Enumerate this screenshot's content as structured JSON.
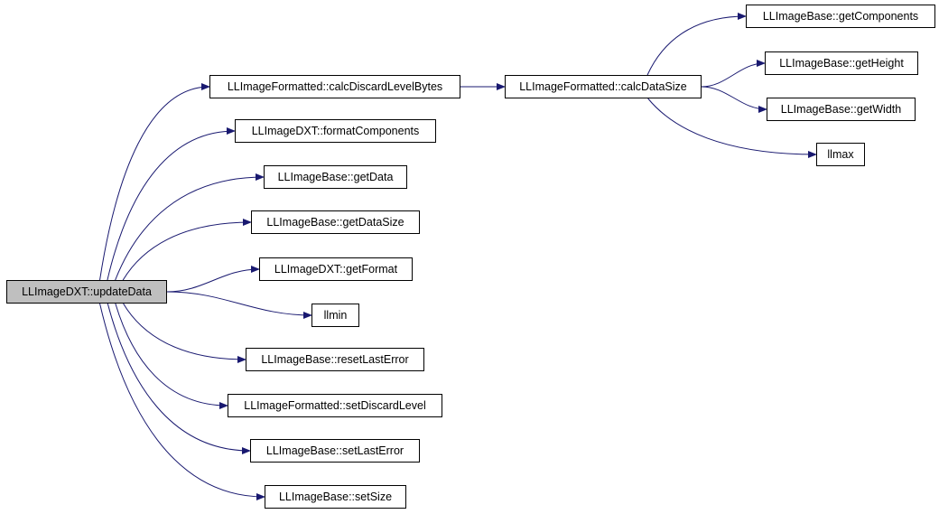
{
  "colors": {
    "edge": "#191970",
    "root_fill": "#bfbfbf",
    "node_fill": "#ffffff",
    "node_border": "#000000"
  },
  "nodes": {
    "updateData": "LLImageDXT::updateData",
    "calcDiscardLevelBytes": "LLImageFormatted::calcDiscardLevelBytes",
    "formatComponents": "LLImageDXT::formatComponents",
    "getData": "LLImageBase::getData",
    "getDataSize": "LLImageBase::getDataSize",
    "getFormat": "LLImageDXT::getFormat",
    "llmin": "llmin",
    "resetLastError": "LLImageBase::resetLastError",
    "setDiscardLevel": "LLImageFormatted::setDiscardLevel",
    "setLastError": "LLImageBase::setLastError",
    "setSize": "LLImageBase::setSize",
    "calcDataSize": "LLImageFormatted::calcDataSize",
    "getComponents": "LLImageBase::getComponents",
    "getHeight": "LLImageBase::getHeight",
    "getWidth": "LLImageBase::getWidth",
    "llmax": "llmax"
  },
  "edges": [
    [
      "updateData",
      "calcDiscardLevelBytes"
    ],
    [
      "updateData",
      "formatComponents"
    ],
    [
      "updateData",
      "getData"
    ],
    [
      "updateData",
      "getDataSize"
    ],
    [
      "updateData",
      "getFormat"
    ],
    [
      "updateData",
      "llmin"
    ],
    [
      "updateData",
      "resetLastError"
    ],
    [
      "updateData",
      "setDiscardLevel"
    ],
    [
      "updateData",
      "setLastError"
    ],
    [
      "updateData",
      "setSize"
    ],
    [
      "calcDiscardLevelBytes",
      "calcDataSize"
    ],
    [
      "calcDataSize",
      "getComponents"
    ],
    [
      "calcDataSize",
      "getHeight"
    ],
    [
      "calcDataSize",
      "getWidth"
    ],
    [
      "calcDataSize",
      "llmax"
    ]
  ]
}
